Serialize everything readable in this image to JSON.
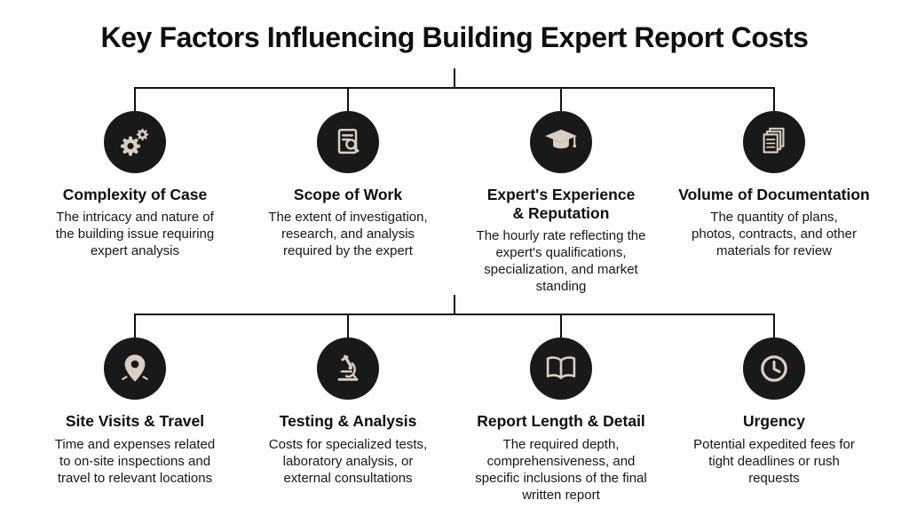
{
  "title": "Key Factors Influencing Building Expert Report Costs",
  "theme": {
    "ink": "#191919",
    "cream": "#d9cfc1",
    "line": "#111111",
    "bg": "#fdfdfb"
  },
  "rows": [
    {
      "items": [
        {
          "icon": "gears-icon",
          "title": "Complexity of Case",
          "description": "The intricacy and nature of\nthe building issue requiring\nexpert analysis"
        },
        {
          "icon": "document-magnifier-icon",
          "title": "Scope of Work",
          "description": "The extent of investigation,\nresearch, and analysis\nrequired by the expert"
        },
        {
          "icon": "graduation-cap-icon",
          "title": "Expert's Experience\n& Reputation",
          "description": "The hourly rate reflecting the\nexpert's qualifications,\nspecialization, and market\nstanding"
        },
        {
          "icon": "documents-stack-icon",
          "title": "Volume of Documentation",
          "description": "The quantity of plans,\nphotos, contracts, and other\nmaterials for review"
        }
      ]
    },
    {
      "items": [
        {
          "icon": "map-pin-icon",
          "title": "Site Visits & Travel",
          "description": "Time and expenses related\nto on-site inspections and\ntravel to relevant locations"
        },
        {
          "icon": "microscope-icon",
          "title": "Testing & Analysis",
          "description": "Costs for specialized tests,\nlaboratory analysis, or\nexternal consultations"
        },
        {
          "icon": "open-book-icon",
          "title": "Report Length & Detail",
          "description": "The required depth,\ncomprehensiveness, and\nspecific inclusions of the final\nwritten report"
        },
        {
          "icon": "clock-icon",
          "title": "Urgency",
          "description": "Potential expedited fees for\ntight deadlines or rush\nrequests"
        }
      ]
    }
  ]
}
